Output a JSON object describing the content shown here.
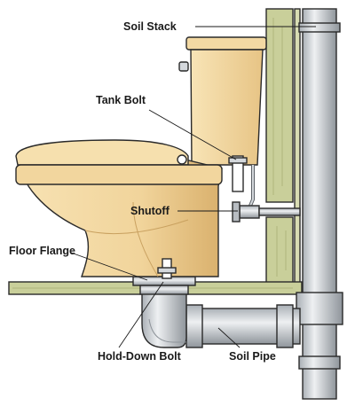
{
  "labels": {
    "soil_stack": "Soil Stack",
    "tank_bolt": "Tank Bolt",
    "shutoff": "Shutoff",
    "floor_flange": "Floor Flange",
    "hold_down_bolt": "Hold-Down Bolt",
    "soil_pipe": "Soil Pipe"
  },
  "colors": {
    "porcelain": "#f3d9a3",
    "porcelain_shade": "#e3bf7e",
    "wood": "#c9cf9a",
    "wood_dark": "#aeb57c",
    "pipe": "#d4d8dc",
    "pipe_shade": "#9ea4aa",
    "outline": "#2a2a2a"
  }
}
